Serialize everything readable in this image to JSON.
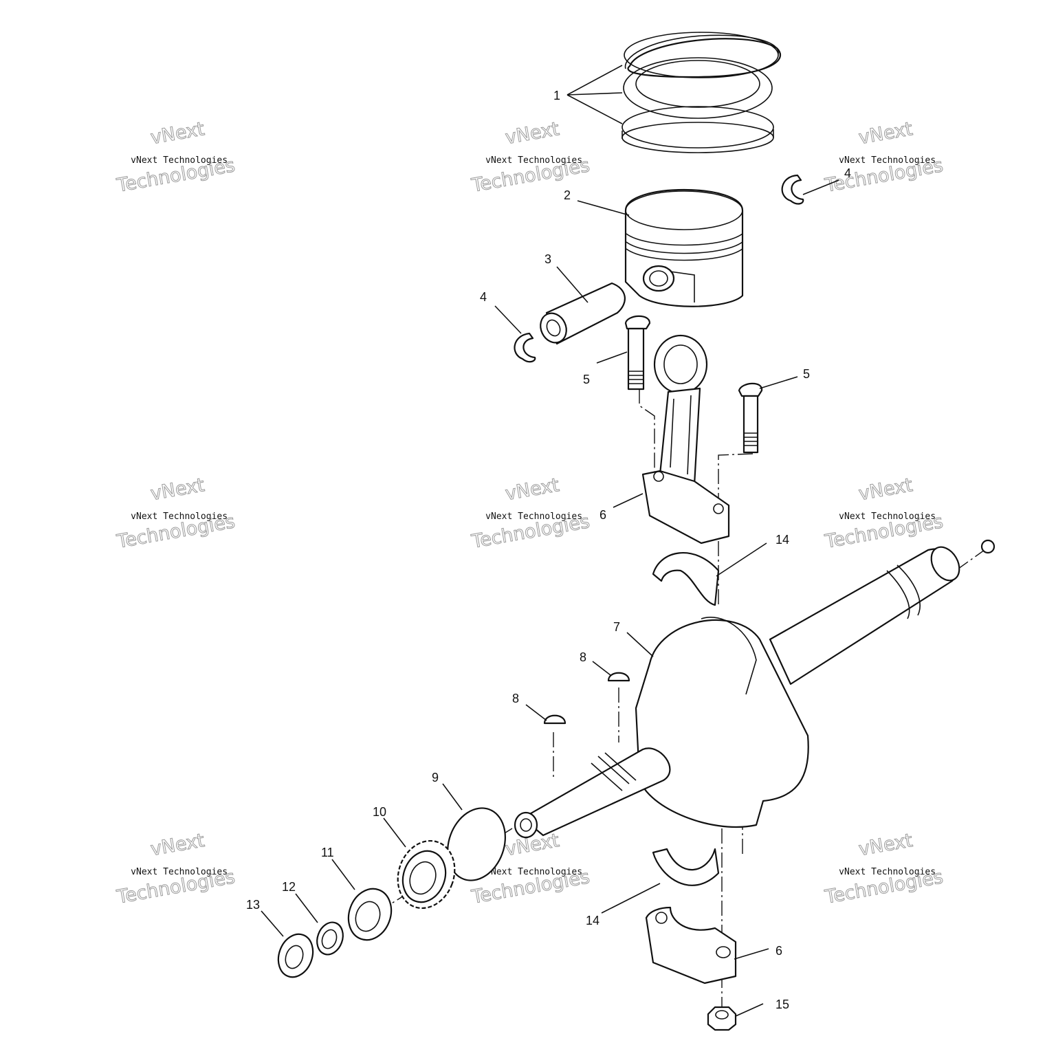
{
  "colors": {
    "ink": "#111111",
    "watermark": "#9a9a9a",
    "background": "#ffffff"
  },
  "watermark": {
    "line_top": "vNext",
    "line_mid": "vNext Technologies",
    "line_big": "Technologies"
  },
  "callouts": {
    "c1": "1",
    "c2": "2",
    "c3": "3",
    "c4_left": "4",
    "c4_right": "4",
    "c5_left": "5",
    "c5_right": "5",
    "c6_top": "6",
    "c6_bottom": "6",
    "c7": "7",
    "c8_upper": "8",
    "c8_lower": "8",
    "c9": "9",
    "c10": "10",
    "c11": "11",
    "c12": "12",
    "c13": "13",
    "c14_top": "14",
    "c14_bottom": "14",
    "c15": "15"
  }
}
